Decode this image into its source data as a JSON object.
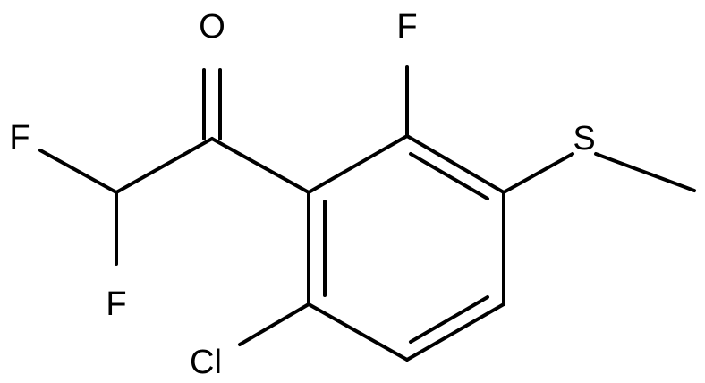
{
  "molecule": {
    "atoms": {
      "oxygen": "O",
      "fluorine_top": "F",
      "fluorine_left": "F",
      "fluorine_bottom": "F",
      "sulfur": "S",
      "chlorine": "Cl"
    }
  }
}
